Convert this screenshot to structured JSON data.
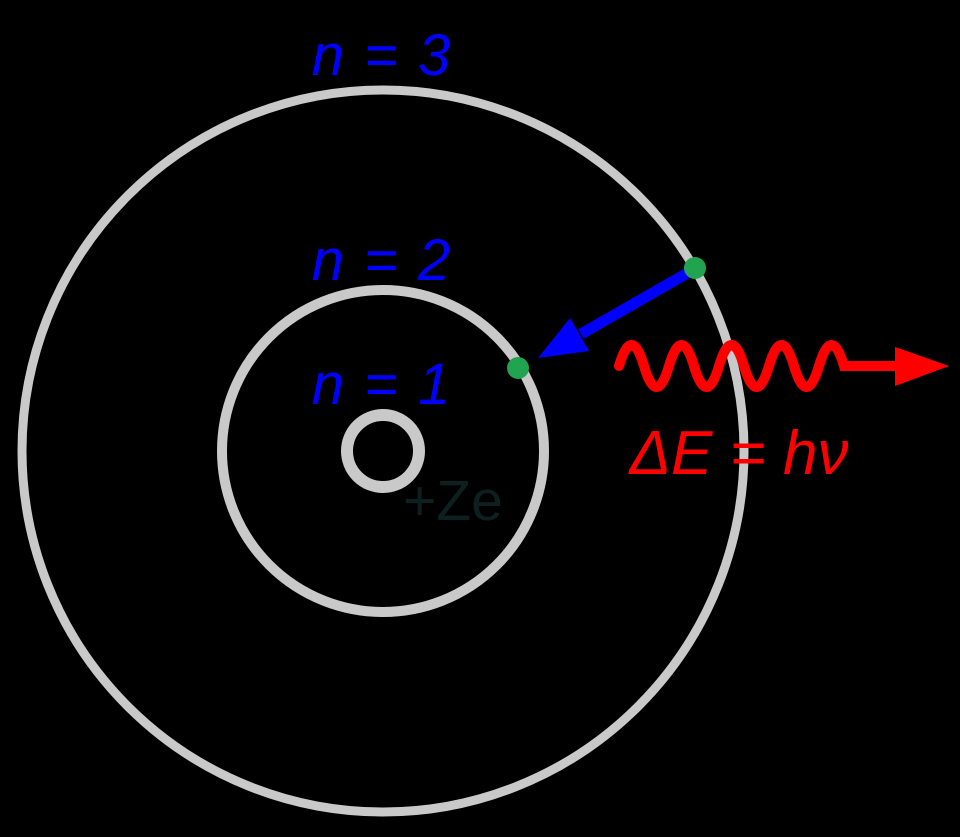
{
  "diagram": {
    "labels": {
      "orbit3": "n = 3",
      "orbit2": "n = 2",
      "orbit1": "n = 1",
      "nucleus": "+Ze",
      "photon_equation": "ΔE = hν"
    },
    "colors": {
      "background": "#000000",
      "orbit_gray": "#c9c9c9",
      "label_blue": "#0000ff",
      "nucleus_dark": "#0d2020",
      "photon_red": "#ff0000",
      "electron_green": "#21a44f",
      "nucleus_black": "#000000"
    }
  }
}
